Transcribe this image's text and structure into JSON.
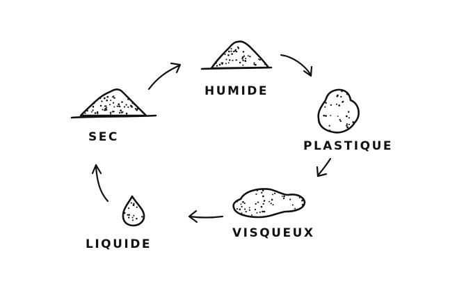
{
  "diagram": {
    "states": {
      "sec": "SEC",
      "humide": "HUMIDE",
      "plastique": "PLASTIQUE",
      "visqueux": "VISQUEUX",
      "liquide": "LIQUIDE"
    }
  }
}
